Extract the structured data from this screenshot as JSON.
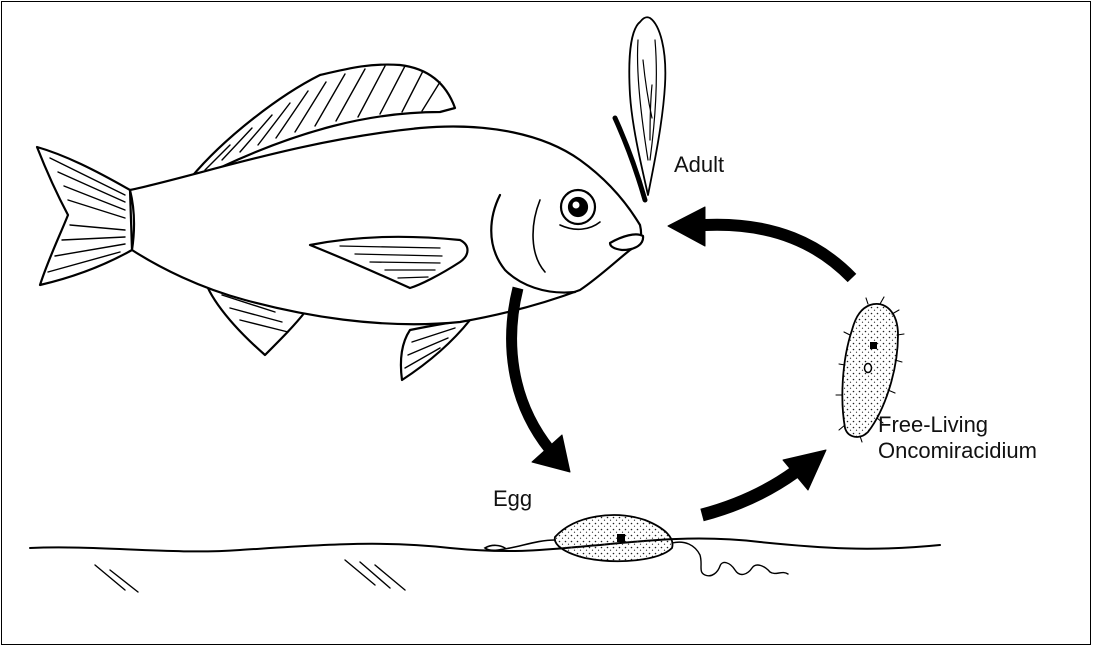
{
  "labels": {
    "adult": "Adult",
    "egg": "Egg",
    "free_living_line1": "Free-Living",
    "free_living_line2": "Oncomiracidium"
  },
  "icons": [
    "fish-illustration",
    "adult-parasite-icon",
    "egg-icon",
    "oncomiracidium-icon"
  ],
  "colors": {
    "stroke": "#000000",
    "background": "#ffffff"
  }
}
